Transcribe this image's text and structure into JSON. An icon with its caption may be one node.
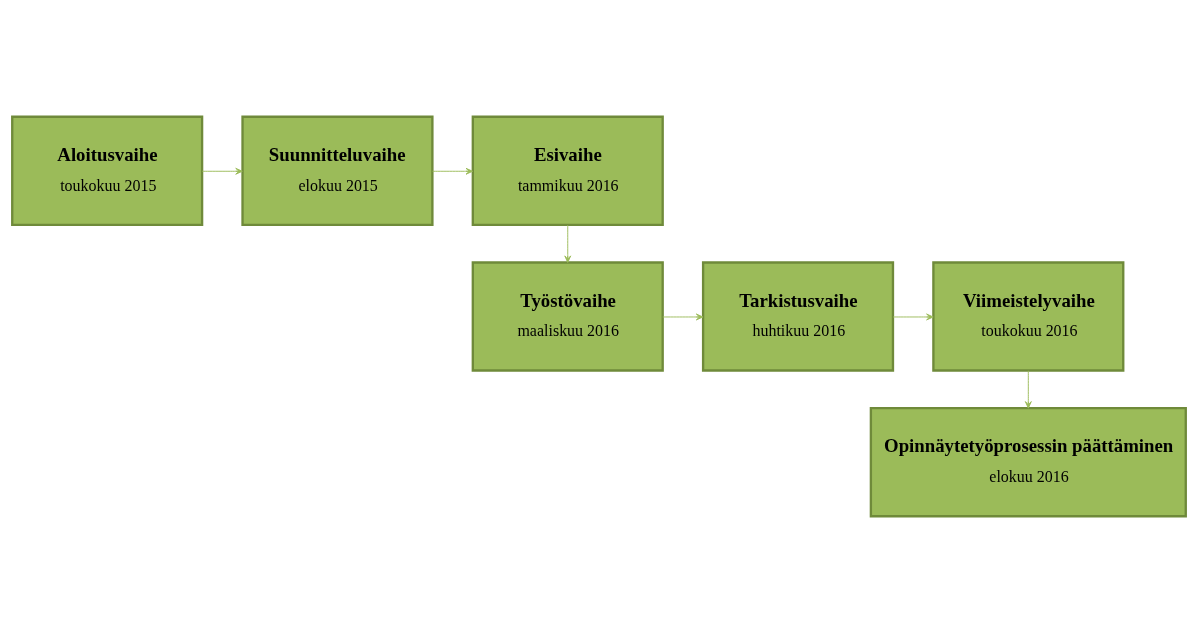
{
  "diagram": {
    "nodes": [
      {
        "text": [
          "Aloitusvaihe",
          "toukokuu 2015"
        ]
      },
      {
        "text": [
          "Suunnitteluvaihe",
          "elokuu 2015"
        ]
      },
      {
        "text": [
          "Esivaihe",
          "tammikuu 2016"
        ]
      },
      {
        "text": [
          "Työstövaihe",
          "maaliskuu 2016"
        ]
      },
      {
        "text": [
          "Tarkistusvaihe",
          "huhtikuu 2016"
        ]
      },
      {
        "text": [
          "Viimeistelyvaihe",
          "toukokuu 2016"
        ]
      },
      {
        "text": [
          "Opinnäytetyöprosessin päättäminen",
          "elokuu 2016"
        ]
      }
    ],
    "edges": [
      {
        "from": 0,
        "to": 1,
        "arrow": "to"
      },
      {
        "from": 1,
        "to": 2,
        "arrow": "to"
      },
      {
        "from": 2,
        "to": 3,
        "arrow": "to"
      },
      {
        "from": 3,
        "to": 4,
        "arrow": "to"
      },
      {
        "from": 4,
        "to": 5,
        "arrow": "to"
      },
      {
        "from": 5,
        "to": 6,
        "arrow": "to"
      }
    ]
  }
}
